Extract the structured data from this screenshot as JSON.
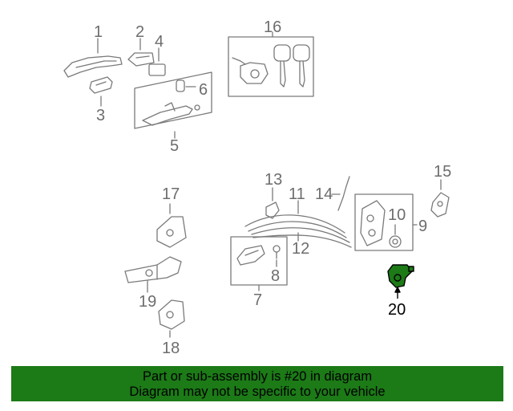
{
  "callouts": {
    "c1": "1",
    "c2": "2",
    "c3": "3",
    "c4": "4",
    "c5": "5",
    "c6": "6",
    "c7": "7",
    "c8": "8",
    "c9": "9",
    "c10": "10",
    "c11": "11",
    "c12": "12",
    "c13": "13",
    "c14": "14",
    "c15": "15",
    "c16": "16",
    "c17": "17",
    "c18": "18",
    "c19": "19",
    "c20": "20"
  },
  "highlighted_part": "20",
  "banner": {
    "line1": "Part or sub-assembly is #20 in diagram",
    "line2": "Diagram may not be specific to your vehicle",
    "color": "#1c7a17"
  },
  "colors": {
    "line": "#7a7a7a",
    "highlight_part": "#1c7a17"
  }
}
